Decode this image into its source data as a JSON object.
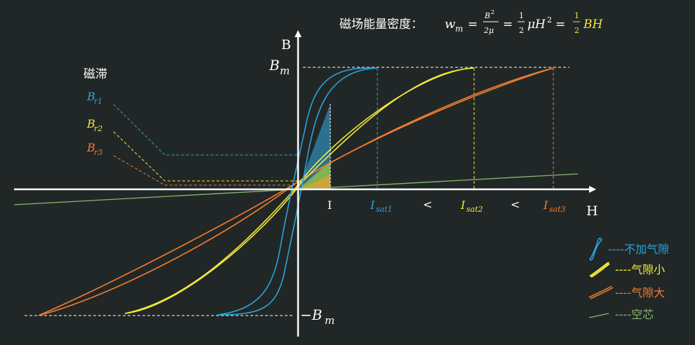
{
  "formula": {
    "prefix": "磁场能量密度：",
    "w": "w",
    "w_sub": "m",
    "eq": "=",
    "f1_num": "B",
    "f1_num_sup": "2",
    "f1_den": "2μ",
    "half": "1",
    "half_den": "2",
    "mu_h": "μH",
    "h_sup": "2",
    "bh": "BH"
  },
  "axes": {
    "y_label": "B",
    "x_label": "H",
    "bm_label": "B",
    "bm_sub": "m",
    "neg_bm_label": "−B",
    "neg_bm_sub": "m",
    "i_label": "I",
    "lt1": "<",
    "lt2": "<"
  },
  "remanence": {
    "title": "磁滞",
    "items": [
      {
        "main": "B",
        "sub": "r1",
        "color": "#29A3DC"
      },
      {
        "main": "B",
        "sub": "r2",
        "color": "#F2EA3A"
      },
      {
        "main": "B",
        "sub": "r3",
        "color": "#EF7D31"
      }
    ]
  },
  "saturation": [
    {
      "main": "I",
      "sub": "sat1",
      "color": "#29A3DC"
    },
    {
      "main": "I",
      "sub": "sat2",
      "color": "#F2EA3A"
    },
    {
      "main": "I",
      "sub": "sat3",
      "color": "#EF7D31"
    }
  ],
  "legend": [
    {
      "label": "----不加气隙",
      "color": "#29A3DC",
      "icon": "hysteresis-loop-icon"
    },
    {
      "label": "----气隙小",
      "color": "#F2EA3A",
      "icon": "slanted-loop-icon"
    },
    {
      "label": "----气隙大",
      "color": "#EF7D31",
      "icon": "flat-loop-icon"
    },
    {
      "label": "----空芯",
      "color": "#8CB574",
      "icon": "air-core-line-icon"
    }
  ],
  "colors": {
    "background": "#212726",
    "axis": "#FFFFFF",
    "blue": "#29A3DC",
    "yellow": "#F2EA3A",
    "orange": "#EF7D31",
    "green": "#8CB574",
    "formula_text": "#FFFFFF",
    "bh_highlight": "#F2EA3A"
  }
}
